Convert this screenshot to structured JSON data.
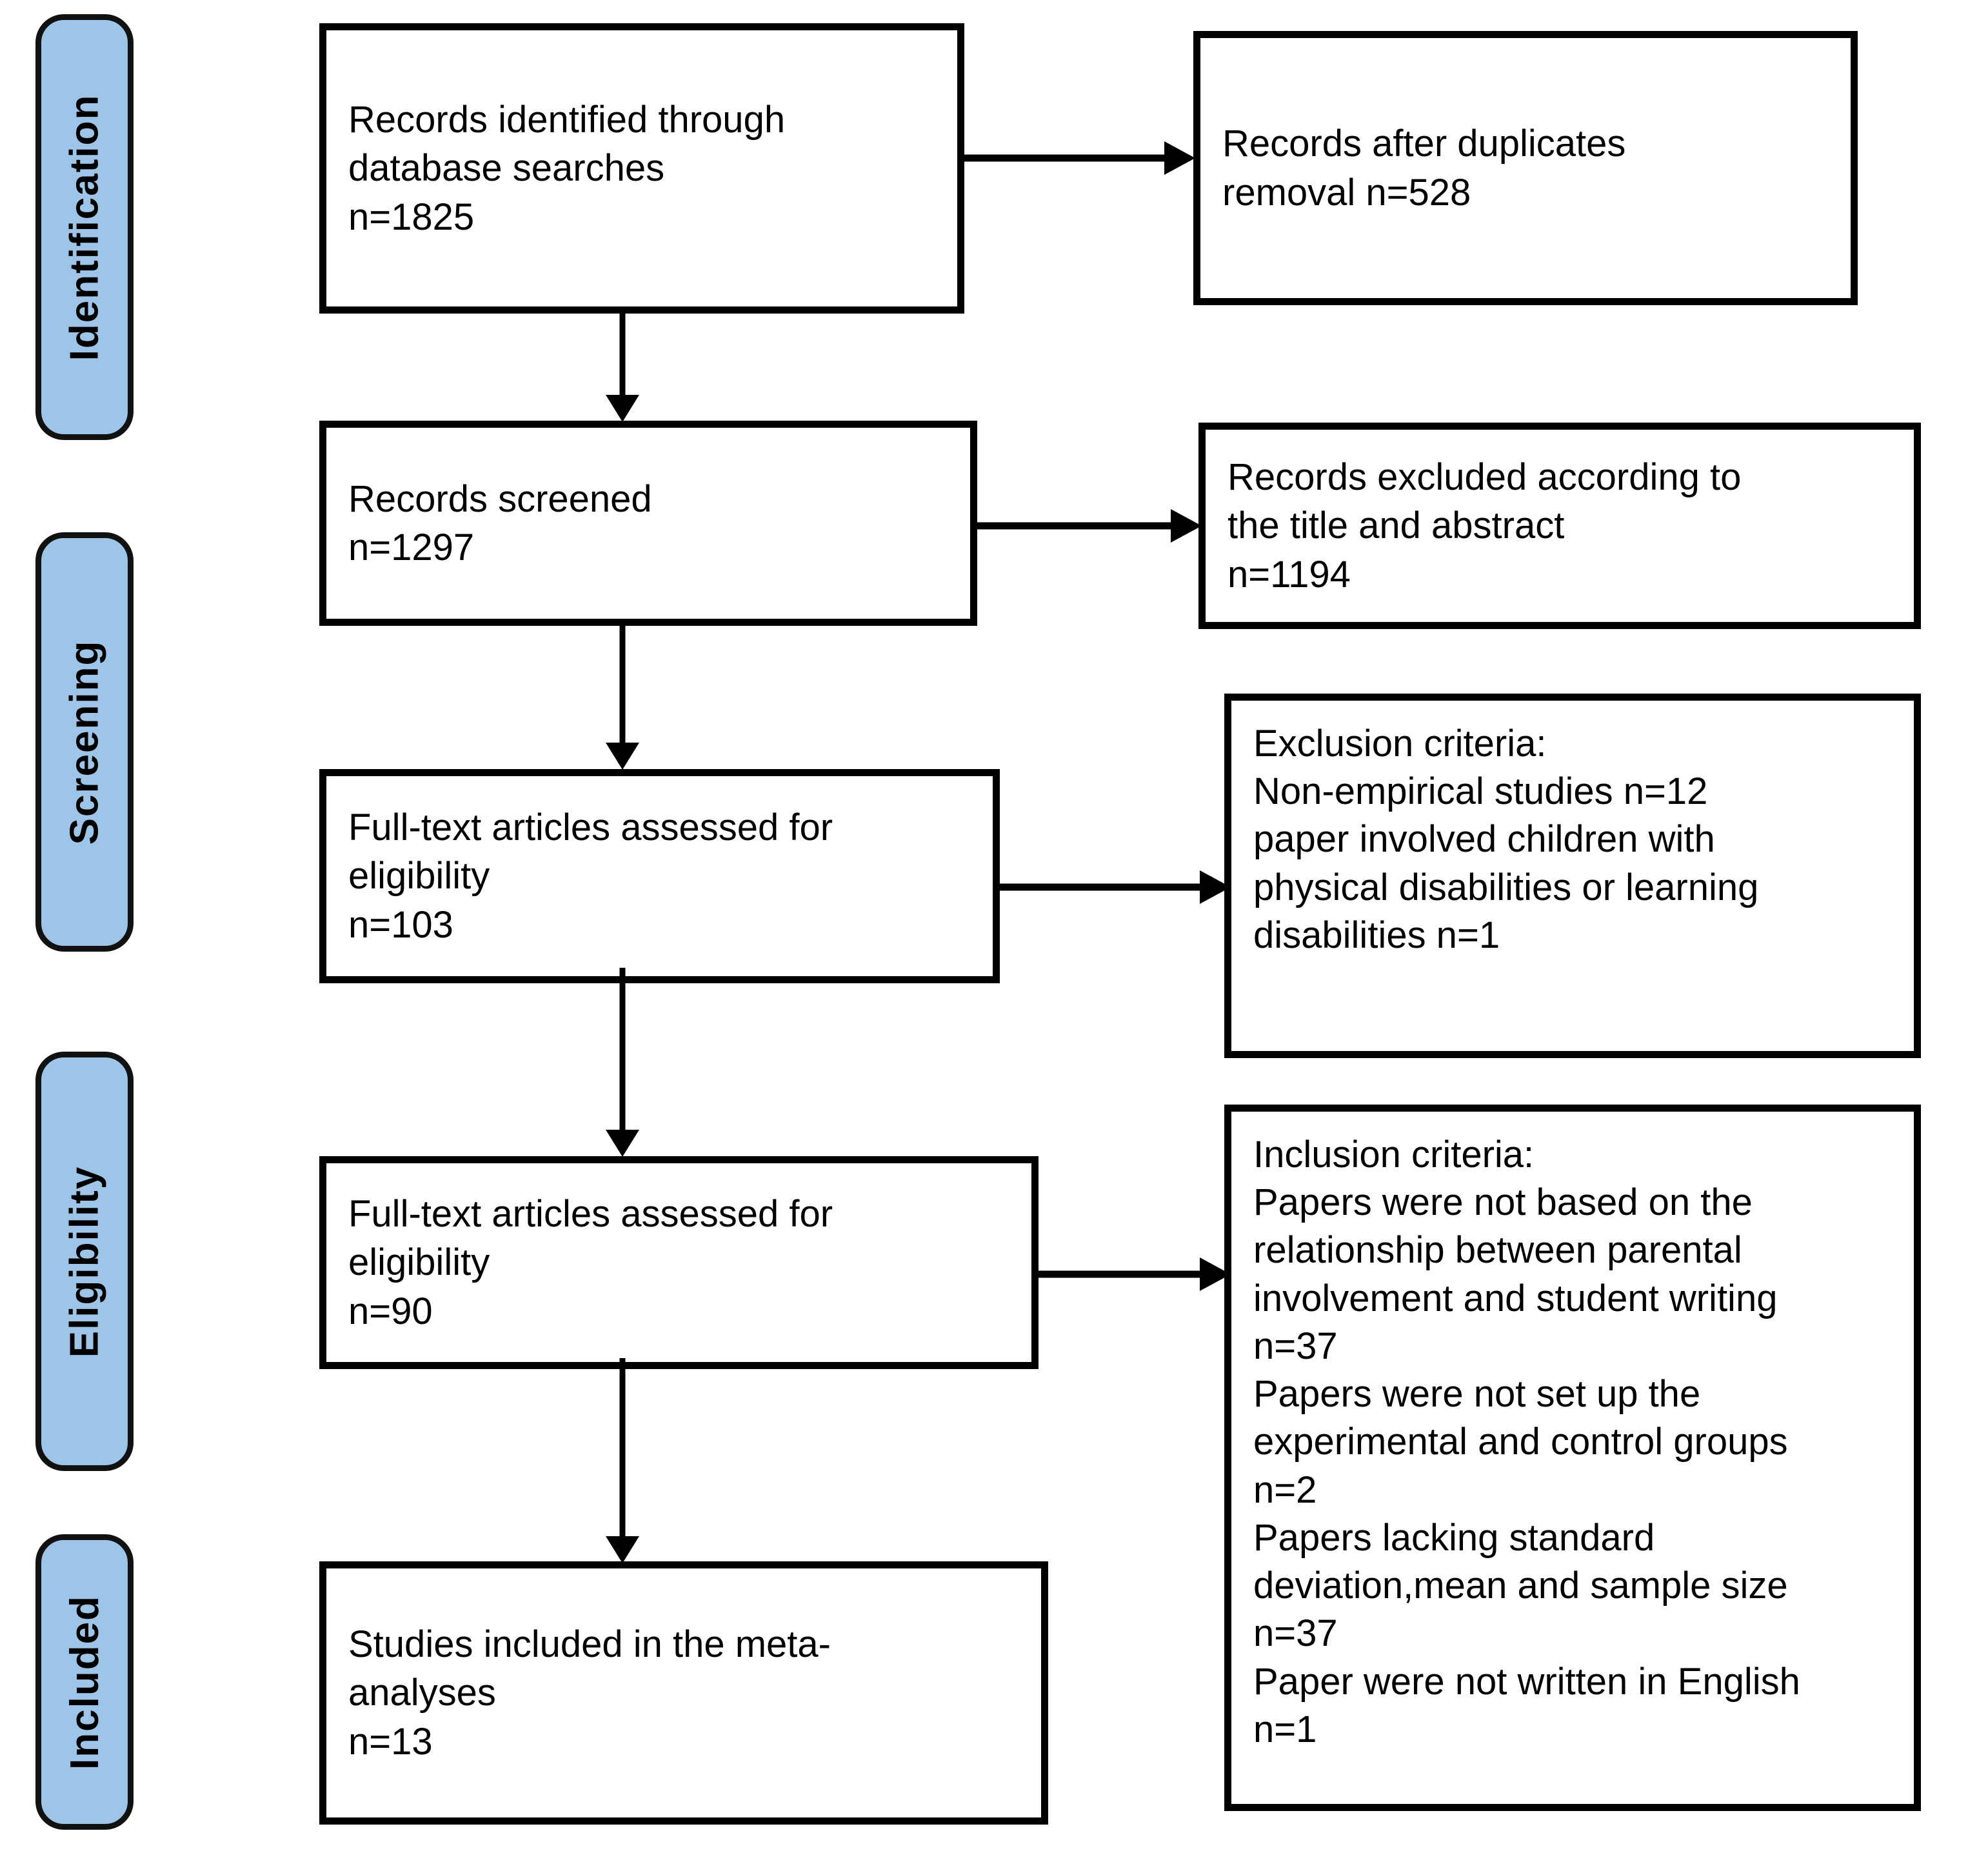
{
  "diagram": {
    "title": "PRISMA flow diagram",
    "accent_color": "#9EC5E8",
    "line_color": "#000000",
    "box_fill": "#FFFFFF"
  },
  "stages": [
    {
      "label": "Identification"
    },
    {
      "label": "Screening"
    },
    {
      "label": "Eligibility"
    },
    {
      "label": "Included"
    }
  ],
  "boxes": {
    "identified": {
      "text": "Records identified through\ndatabase searches\nn=1825",
      "n": "1825"
    },
    "duplicates": {
      "text": "Records  after  duplicates\nremoval n=528",
      "n": "528"
    },
    "screened": {
      "text": "Records screened\nn=1297",
      "n": "1297"
    },
    "excluded_title_abstract": {
      "text": "Records excluded according to\nthe title and abstract\nn=1194",
      "n": "1194"
    },
    "fulltext_103": {
      "text": "Full-text articles assessed  for\neligibility\nn=103",
      "n": "103"
    },
    "exclusion_criteria": {
      "text": "Exclusion criteria:\nNon-empirical studies n=12\npaper involved children with\nphysical disabilities or learning\ndisabilities n=1"
    },
    "fulltext_90": {
      "text": "Full-text articles assessed  for\neligibility\nn=90",
      "n": "90"
    },
    "inclusion_criteria": {
      "text": "Inclusion criteria:\nPapers were not based on the\nrelationship between parental\ninvolvement and student writing\nn=37\nPapers were not set up the\nexperimental and control groups\nn=2\nPapers lacking standard\ndeviation,mean and sample size\nn=37\nPaper were not written in English\nn=1"
    },
    "included_studies": {
      "text": "Studies included in the meta-\nanalyses\nn=13",
      "n": "13"
    }
  },
  "flow_data": {
    "type": "prisma-flow",
    "nodes": [
      {
        "id": "identified",
        "stage": "Identification",
        "label": "Records identified through database searches",
        "n": 1825
      },
      {
        "id": "duplicates",
        "stage": "Identification",
        "label": "Records after duplicates removal",
        "n": 528
      },
      {
        "id": "screened",
        "stage": "Screening",
        "label": "Records screened",
        "n": 1297
      },
      {
        "id": "excluded_title_abstract",
        "stage": "Screening",
        "label": "Records excluded according to the title and abstract",
        "n": 1194
      },
      {
        "id": "fulltext_103",
        "stage": "Screening",
        "label": "Full-text articles assessed for eligibility",
        "n": 103
      },
      {
        "id": "exclusion_criteria",
        "stage": "Screening",
        "label": "Exclusion criteria",
        "items": [
          {
            "reason": "Non-empirical studies",
            "n": 12
          },
          {
            "reason": "paper involved children with physical disabilities or learning disabilities",
            "n": 1
          }
        ]
      },
      {
        "id": "fulltext_90",
        "stage": "Eligibility",
        "label": "Full-text articles assessed for eligibility",
        "n": 90
      },
      {
        "id": "inclusion_criteria",
        "stage": "Eligibility",
        "label": "Inclusion criteria",
        "items": [
          {
            "reason": "Papers were not based on the relationship between parental involvement and student writing",
            "n": 37
          },
          {
            "reason": "Papers were not set up the experimental and control groups",
            "n": 2
          },
          {
            "reason": "Papers lacking standard deviation,mean and sample size",
            "n": 37
          },
          {
            "reason": "Paper were not written in English",
            "n": 1
          }
        ]
      },
      {
        "id": "included_studies",
        "stage": "Included",
        "label": "Studies included in the meta-analyses",
        "n": 13
      }
    ],
    "edges": [
      {
        "from": "identified",
        "to": "duplicates",
        "direction": "right"
      },
      {
        "from": "identified",
        "to": "screened",
        "direction": "down"
      },
      {
        "from": "screened",
        "to": "excluded_title_abstract",
        "direction": "right"
      },
      {
        "from": "screened",
        "to": "fulltext_103",
        "direction": "down"
      },
      {
        "from": "fulltext_103",
        "to": "exclusion_criteria",
        "direction": "right"
      },
      {
        "from": "fulltext_103",
        "to": "fulltext_90",
        "direction": "down"
      },
      {
        "from": "fulltext_90",
        "to": "inclusion_criteria",
        "direction": "right"
      },
      {
        "from": "fulltext_90",
        "to": "included_studies",
        "direction": "down"
      }
    ]
  }
}
